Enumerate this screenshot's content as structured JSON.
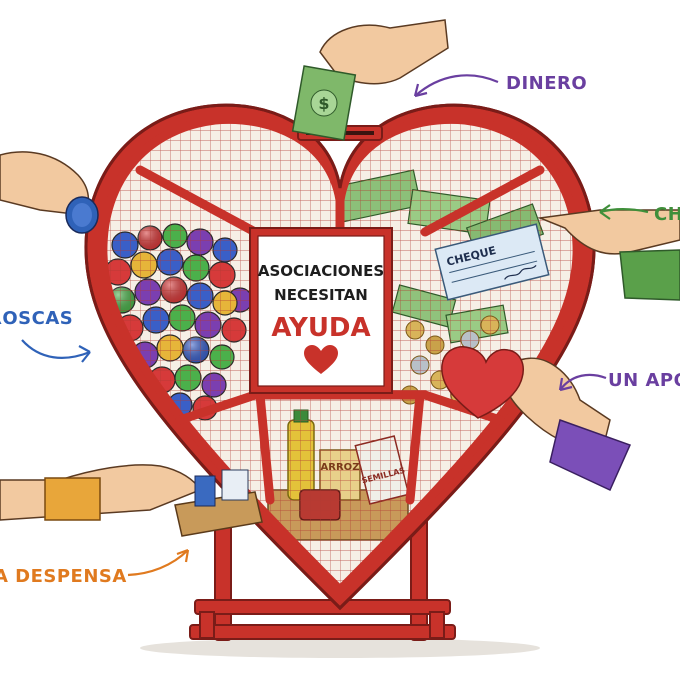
{
  "sign": {
    "line1": "ASOCIACIONES",
    "line2": "NECESITAN",
    "line3": "AYUDA"
  },
  "callouts": {
    "dinero": "DINERO",
    "cheque": "CHEQUE",
    "roscas": "ROSCAS",
    "apoyo": "UN APOYO",
    "despensa": "LA DESPENSA"
  },
  "items": {
    "cheque_label": "CHEQUE",
    "arroz_label": "ARROZ",
    "bag_label": "SEMILLAS"
  },
  "colors": {
    "heart_red": "#c8322a",
    "dinero_purple": "#6a3fa0",
    "cheque_green": "#3f8f3a",
    "roscas_blue": "#2f62b8",
    "apoyo_purple": "#6a3fa0",
    "despensa_orange": "#e07a1f",
    "money_green": "#6fae5a"
  },
  "icons": {
    "sign_heart": "heart-icon",
    "dollar": "dollar-sign-icon"
  }
}
